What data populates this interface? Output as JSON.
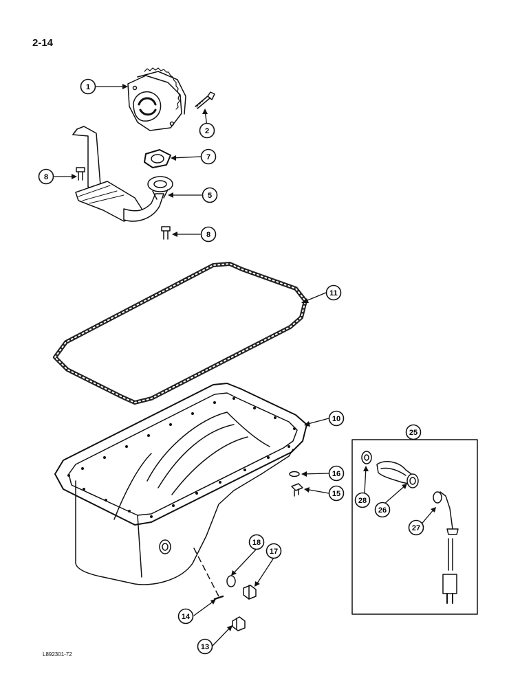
{
  "page_number": "2-14",
  "drawing_code": "L892301-72",
  "callouts": [
    {
      "id": "1",
      "label": "1"
    },
    {
      "id": "2",
      "label": "2"
    },
    {
      "id": "7",
      "label": "7"
    },
    {
      "id": "8a",
      "label": "8"
    },
    {
      "id": "5",
      "label": "5"
    },
    {
      "id": "8b",
      "label": "8"
    },
    {
      "id": "11",
      "label": "11"
    },
    {
      "id": "10",
      "label": "10"
    },
    {
      "id": "25",
      "label": "25"
    },
    {
      "id": "16",
      "label": "16"
    },
    {
      "id": "15",
      "label": "15"
    },
    {
      "id": "28",
      "label": "28"
    },
    {
      "id": "26",
      "label": "26"
    },
    {
      "id": "27",
      "label": "27"
    },
    {
      "id": "18",
      "label": "18"
    },
    {
      "id": "17",
      "label": "17"
    },
    {
      "id": "14",
      "label": "14"
    },
    {
      "id": "13",
      "label": "13"
    }
  ]
}
